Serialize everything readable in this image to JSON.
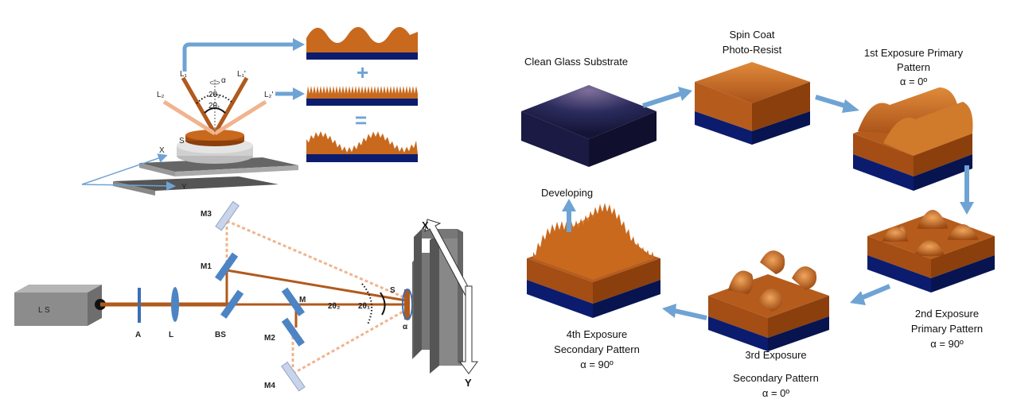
{
  "interference": {
    "beams": [
      "L₁",
      "L₁'",
      "L₂",
      "L₂'"
    ],
    "alpha": "α",
    "theta2": "2θ₂",
    "theta1": "2θ₁",
    "sample": "S",
    "axis_x": "X",
    "axis_y": "Y",
    "plus": "+",
    "equals": "="
  },
  "setup": {
    "source": "L S",
    "aperture": "A",
    "lens": "L",
    "beam_splitter": "BS",
    "m1": "M1",
    "m2": "M2",
    "m3": "M3",
    "m4": "M4",
    "m": "M",
    "theta2": "2θ₂",
    "theta1": "2θ₁",
    "sample": "S",
    "alpha": "α",
    "axis_x": "X",
    "axis_y": "Y"
  },
  "steps": [
    {
      "title": "Clean Glass Substrate"
    },
    {
      "title": "Spin Coat",
      "subtitle": "Photo-Resist"
    },
    {
      "title": "1st Exposure Primary",
      "subtitle": "Pattern",
      "angle": "α = 0º"
    },
    {
      "title": "2nd Exposure",
      "subtitle": "Primary Pattern",
      "angle": "α = 90º"
    },
    {
      "title": "3rd Exposure",
      "subtitle": "Secondary Pattern",
      "angle": "α = 0º"
    },
    {
      "title": "4th Exposure",
      "subtitle": "Secondary Pattern",
      "angle": "α = 90º"
    },
    {
      "title": "Developing"
    }
  ],
  "colors": {
    "resist": "#c8691e",
    "resist_dark": "#8a3f0c",
    "substrate": "#0b1c6e",
    "arrow": "#6fa3d4",
    "glass_top": "#2a2a55"
  }
}
